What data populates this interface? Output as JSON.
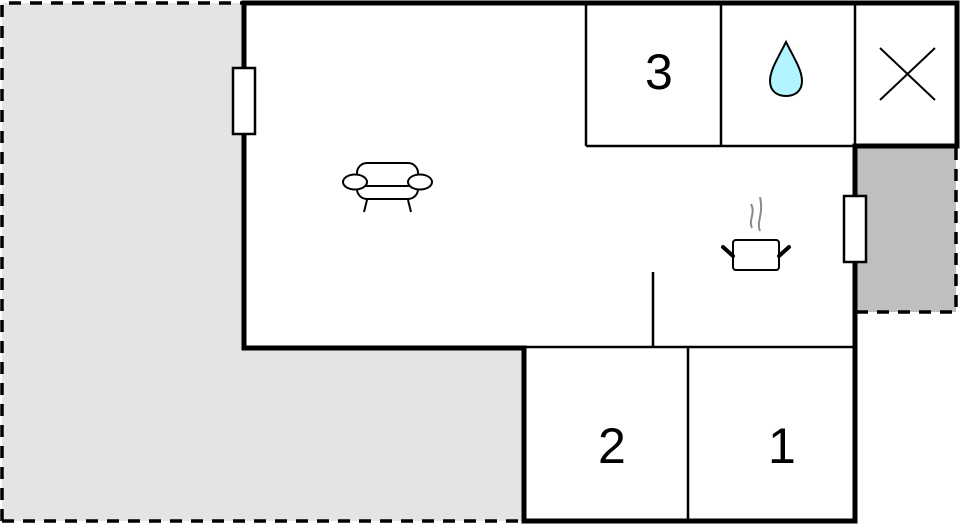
{
  "floorplan": {
    "colors": {
      "terrace": "#e4e4e4",
      "balcony": "#bfbfbf",
      "wall": "#000000",
      "water_drop": "#b3f5ff",
      "steam": "#8a8a8a"
    },
    "rooms": [
      {
        "id": "living-room",
        "label": "",
        "icon": "sofa-icon"
      },
      {
        "id": "kitchen",
        "label": "",
        "icon": "cooking-pot-icon"
      },
      {
        "id": "bedroom-3",
        "label": "3"
      },
      {
        "id": "bathroom",
        "label": "",
        "icon": "water-drop-icon"
      },
      {
        "id": "storage",
        "label": "",
        "icon": "cross-icon"
      },
      {
        "id": "bedroom-2",
        "label": "2"
      },
      {
        "id": "bedroom-1",
        "label": "1"
      }
    ],
    "outdoor_areas": [
      {
        "id": "terrace",
        "style": "dashed",
        "fill": "light-gray"
      },
      {
        "id": "balcony",
        "style": "dashed",
        "fill": "gray"
      }
    ],
    "doors": [
      {
        "id": "terrace-door",
        "wall": "west"
      },
      {
        "id": "balcony-door",
        "wall": "east"
      }
    ]
  }
}
